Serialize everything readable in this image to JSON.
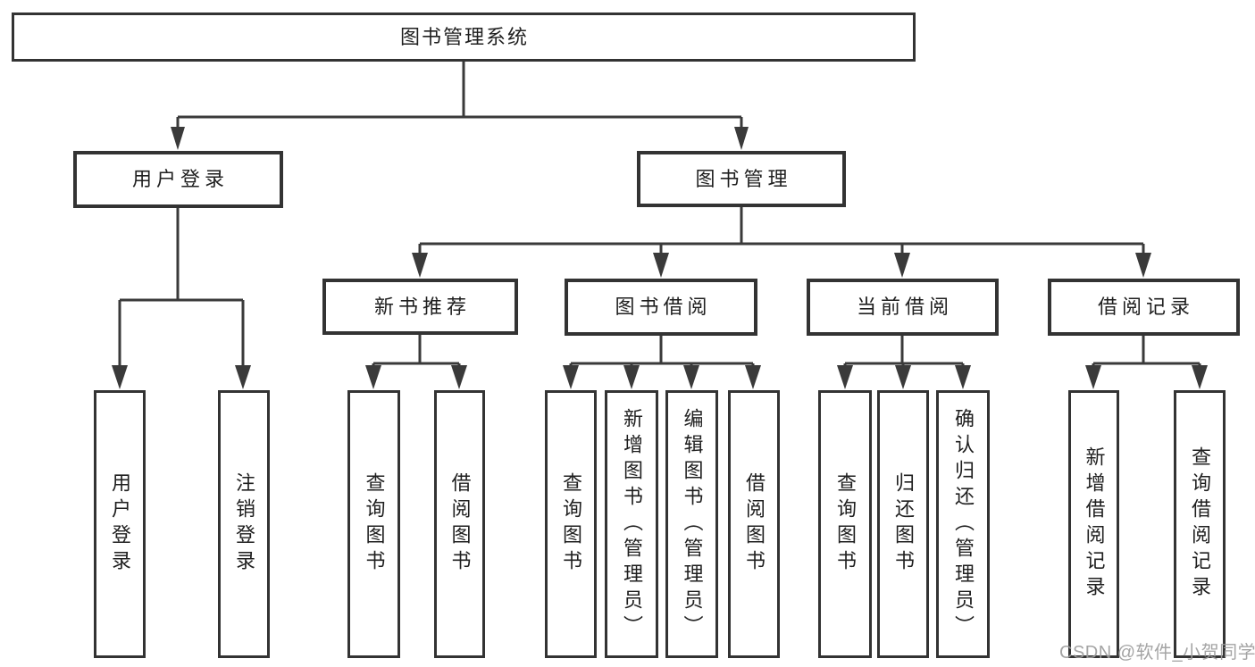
{
  "nodes": {
    "root": {
      "label": "图书管理系统"
    },
    "userLogin": {
      "label": "用户登录"
    },
    "bookManagement": {
      "label": "图书管理"
    },
    "newBookRecommend": {
      "label": "新书推荐"
    },
    "bookBorrow": {
      "label": "图书借阅"
    },
    "currentBorrow": {
      "label": "当前借阅"
    },
    "borrowRecord": {
      "label": "借阅记录"
    },
    "leafUserLogin": {
      "label": "用户登录"
    },
    "leafLogoutLogin": {
      "label": "注销登录"
    },
    "leafRecQueryBook": {
      "label": "查询图书"
    },
    "leafRecBorrowBook": {
      "label": "借阅图书"
    },
    "leafBbQueryBook": {
      "label": "查询图书"
    },
    "leafBbAddBook": {
      "label": "新增图书（管理员）"
    },
    "leafBbEditBook": {
      "label": "编辑图书（管理员）"
    },
    "leafBbBorrowBook": {
      "label": "借阅图书"
    },
    "leafCbQueryBook": {
      "label": "查询图书"
    },
    "leafCbReturnBook": {
      "label": "归还图书"
    },
    "leafCbConfirmReturn": {
      "label": "确认归还（管理员）"
    },
    "leafBrAddRecord": {
      "label": "新增借阅记录"
    },
    "leafBrQueryRecord": {
      "label": "查询借阅记录"
    }
  },
  "watermark": {
    "text": "CSDN @软件_小贺同学"
  },
  "colors": {
    "line": "#3a3a3a",
    "border": "#333333",
    "text": "#1f1f1f",
    "background": "#ffffff",
    "watermark": "#9d9d9d"
  }
}
